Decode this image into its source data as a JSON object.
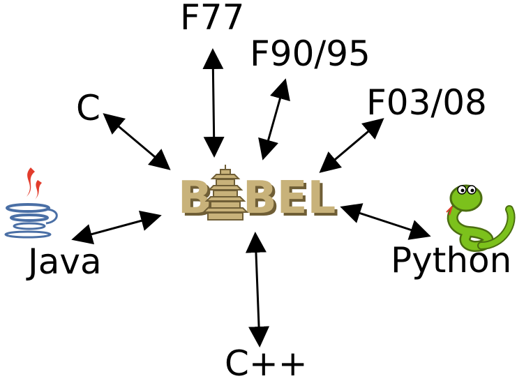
{
  "center": {
    "logo_text_left": "B",
    "logo_text_right": "BEL"
  },
  "languages": {
    "f77": "F77",
    "f90": "F90/95",
    "f03": "F03/08",
    "c": "C",
    "java": "Java",
    "python": "Python",
    "cpp": "C++"
  },
  "colors": {
    "arrow": "#000000",
    "logo_fill": "#c8b27a",
    "logo_shadow": "#6f5e36",
    "java_red": "#e23c2c",
    "java_blue": "#4a6fa5",
    "python_green": "#7cc11c"
  },
  "icons": {
    "java": "java-coffee-cup-icon",
    "python": "python-snake-icon",
    "tower": "pagoda-tower-icon"
  }
}
